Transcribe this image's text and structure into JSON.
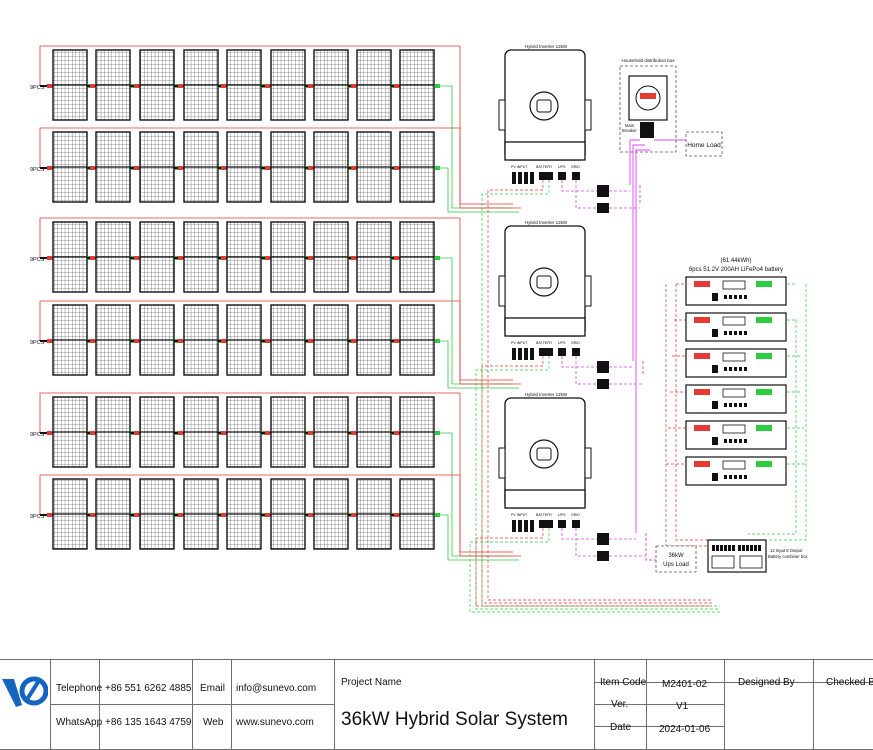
{
  "colors": {
    "pv_pos": "#e53935",
    "pv_neg": "#2ecc40",
    "ac_line": "#e040fb",
    "battery_pos": "#e53935",
    "battery_neg": "#2ecc40"
  },
  "panels": {
    "string_label": "9PCS",
    "strings": 6,
    "panels_per_string": 9
  },
  "inverters": {
    "label": "Hybrid Inverter 12kW",
    "ports": [
      "PV INPUT",
      "BATTERY",
      "UPS",
      "GRID"
    ],
    "count": 3
  },
  "distribution": {
    "title": "Household distribution box",
    "breaker_label": "Main Breaker"
  },
  "home_load": "Home Load",
  "ups_load": {
    "line1": "36kW",
    "line2": "Ups Load"
  },
  "battery_bank": {
    "capacity": "(61.44kWh)",
    "description": "6pcs 51.2V 200AH LiFePo4 battery",
    "count": 6
  },
  "combiner": {
    "line1": "12 Input 6 Output",
    "line2": "Battery combiner box"
  },
  "title_block": {
    "telephone_label": "Telephone",
    "telephone": "+86 551 6262 4885",
    "email_label": "Email",
    "email": "info@sunevo.com",
    "whatsapp_label": "WhatsApp",
    "whatsapp": "+86 135 1643 4759",
    "web_label": "Web",
    "web": "www.sunevo.com",
    "project_name_label": "Project Name",
    "project_name": "36kW Hybrid Solar System",
    "item_code_label": "Item Code",
    "item_code": "M2401-02",
    "ver_label": "Ver.",
    "ver": "V1",
    "date_label": "Date",
    "date": "2024-01-06",
    "designed_by_label": "Designed By",
    "checked_by_label": "Checked B"
  }
}
